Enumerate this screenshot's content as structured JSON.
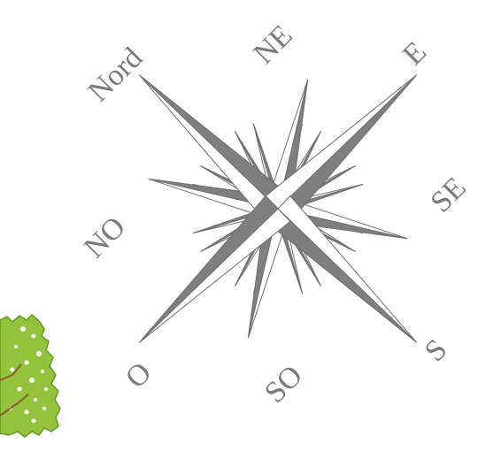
{
  "compass": {
    "labels": {
      "n": "Nord",
      "ne": "NE",
      "e": "E",
      "se": "SE",
      "s": "S",
      "so": "SO",
      "o": "O",
      "no": "NO"
    },
    "colors": {
      "rose_fill": "#7f7f7f",
      "rose_stroke": "#6e6e6e",
      "label": "#7a7a7a",
      "tree_fill": "#93c23d",
      "tree_edge": "#5f9d18",
      "trunk": "#8b5a2b"
    }
  }
}
